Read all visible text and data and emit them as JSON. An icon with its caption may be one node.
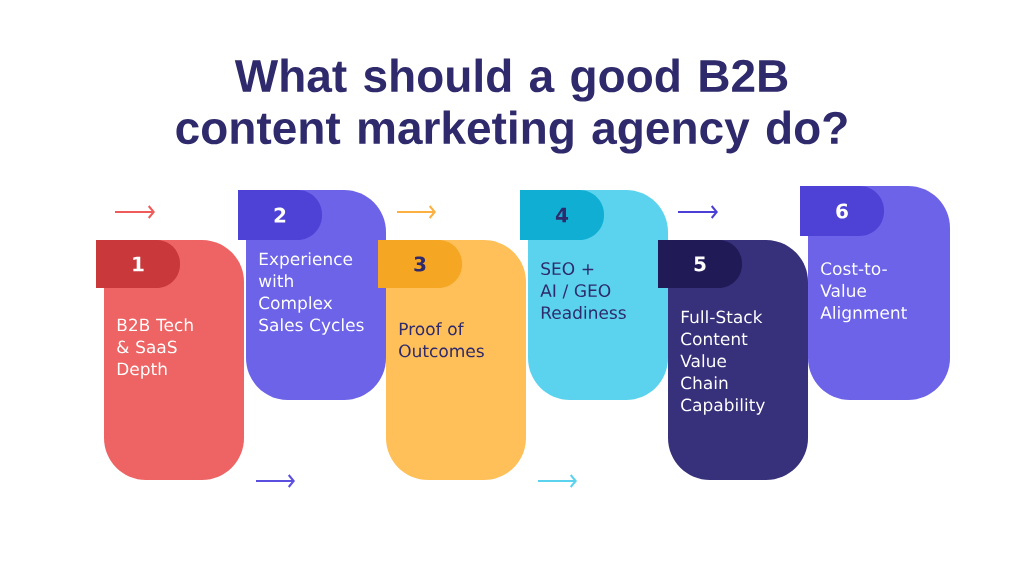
{
  "diagram": {
    "title": "What should a good B2B content marketing agency do?",
    "nodes": [
      {
        "text": [
          "1",
          "B2B Tech & SaaS Depth"
        ]
      },
      {
        "text": [
          "2",
          "Experience with Complex Sales Cycles"
        ]
      },
      {
        "text": [
          "3",
          "Proof of Outcomes"
        ]
      },
      {
        "text": [
          "4",
          "SEO + AI / GEO Readiness"
        ]
      },
      {
        "text": [
          "5",
          "Full-Stack Content Value Chain Capability"
        ]
      },
      {
        "text": [
          "6",
          "Cost-to-Value Alignment"
        ]
      }
    ]
  }
}
